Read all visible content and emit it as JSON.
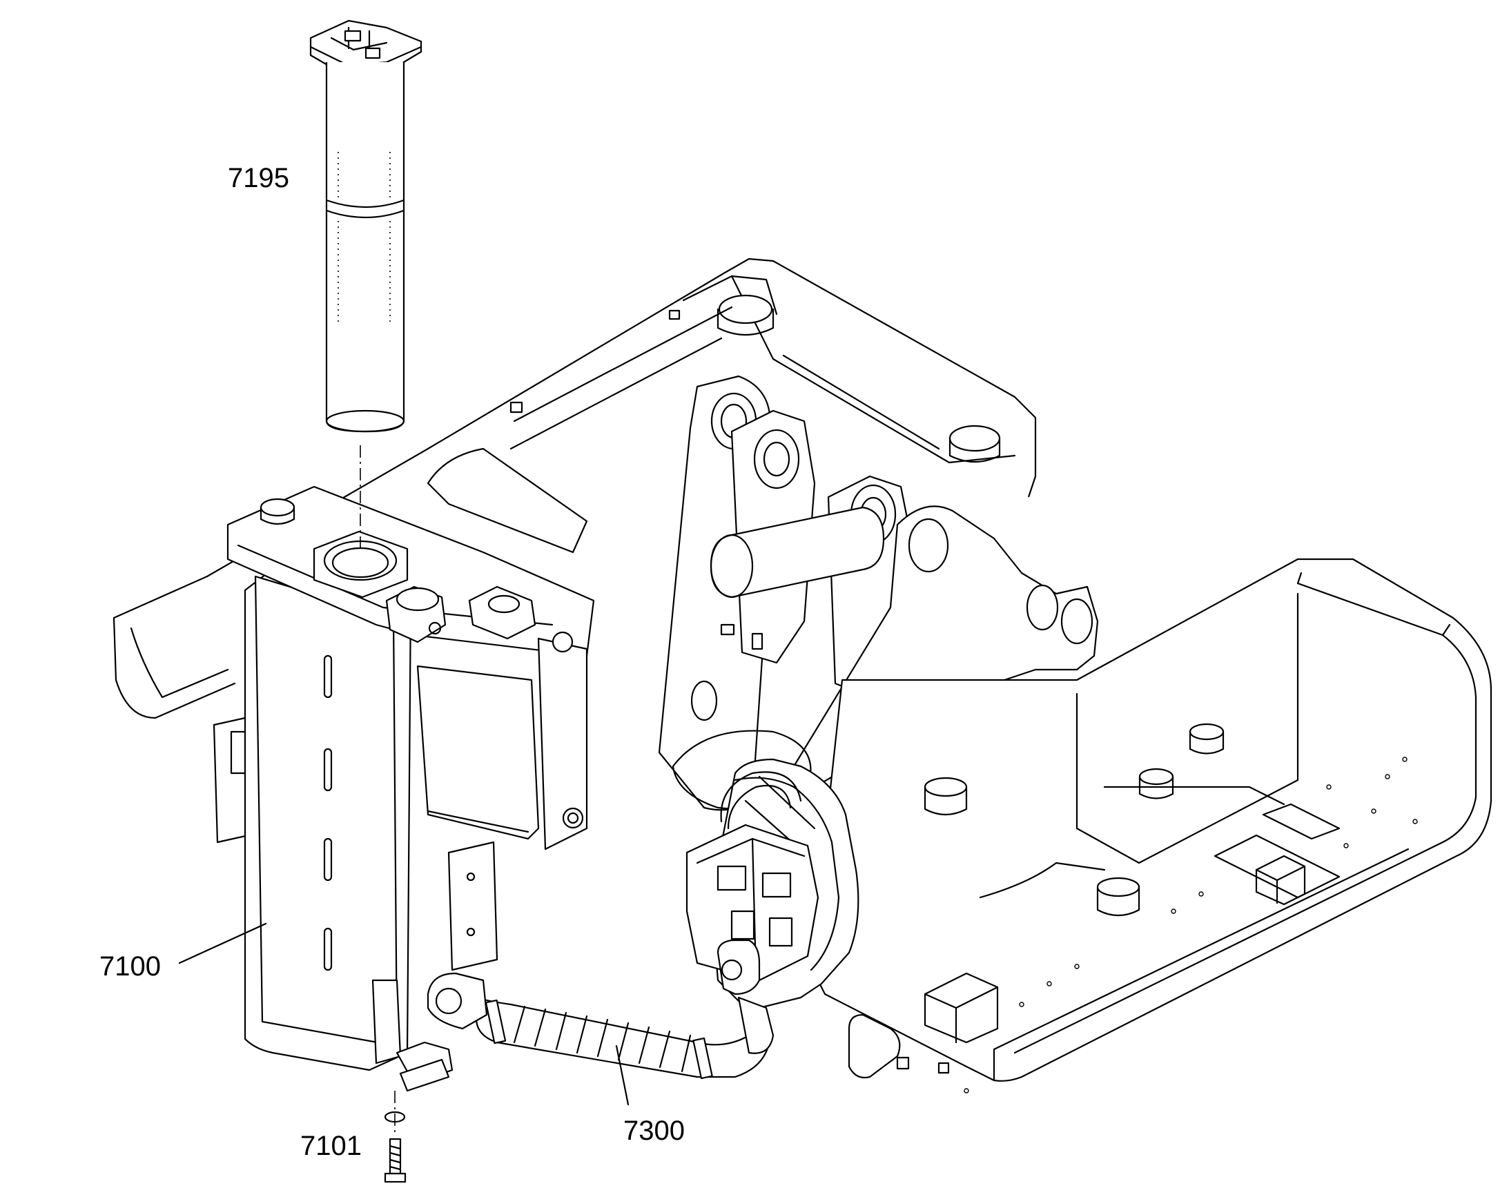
{
  "callouts": {
    "filter_element": "7195",
    "hydraulic_tank": "7100",
    "drain_screw": "7101",
    "suction_hose": "7300"
  },
  "colors": {
    "line": "#000000",
    "background": "#ffffff"
  }
}
